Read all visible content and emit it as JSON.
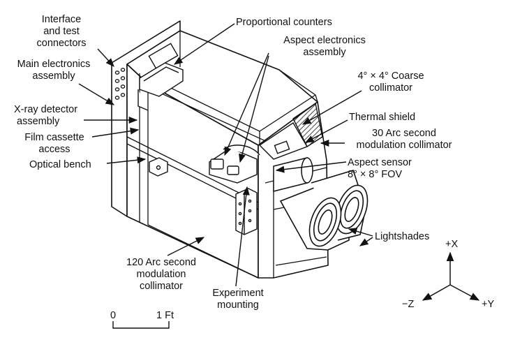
{
  "labels": {
    "interface_connectors": [
      "Interface",
      "and test",
      "connectors"
    ],
    "main_electronics": [
      "Main electronics",
      "assembly"
    ],
    "xray_detector": [
      "X-ray detector",
      "assembly"
    ],
    "film_cassette": [
      "Film cassette",
      "access"
    ],
    "optical_bench": "Optical bench",
    "proportional_counters": "Proportional counters",
    "aspect_electronics": [
      "Aspect electronics",
      "assembly"
    ],
    "coarse_collimator": [
      "4° × 4° Coarse",
      "collimator"
    ],
    "thermal_shield": "Thermal shield",
    "arcsec30_collimator": [
      "30 Arc second",
      "modulation collimator"
    ],
    "aspect_sensor": [
      "Aspect sensor",
      "8° × 8° FOV"
    ],
    "lightshades": "Lightshades",
    "arcsec120_collimator": [
      "120 Arc second",
      "modulation",
      "collimator"
    ],
    "experiment_mounting": [
      "Experiment",
      "mounting"
    ]
  },
  "axes": {
    "x": "+X",
    "y": "+Y",
    "z": "−Z"
  },
  "scale": {
    "start": "0",
    "end": "1 Ft"
  },
  "colors": {
    "ink": "#111111",
    "paper": "#ffffff"
  }
}
